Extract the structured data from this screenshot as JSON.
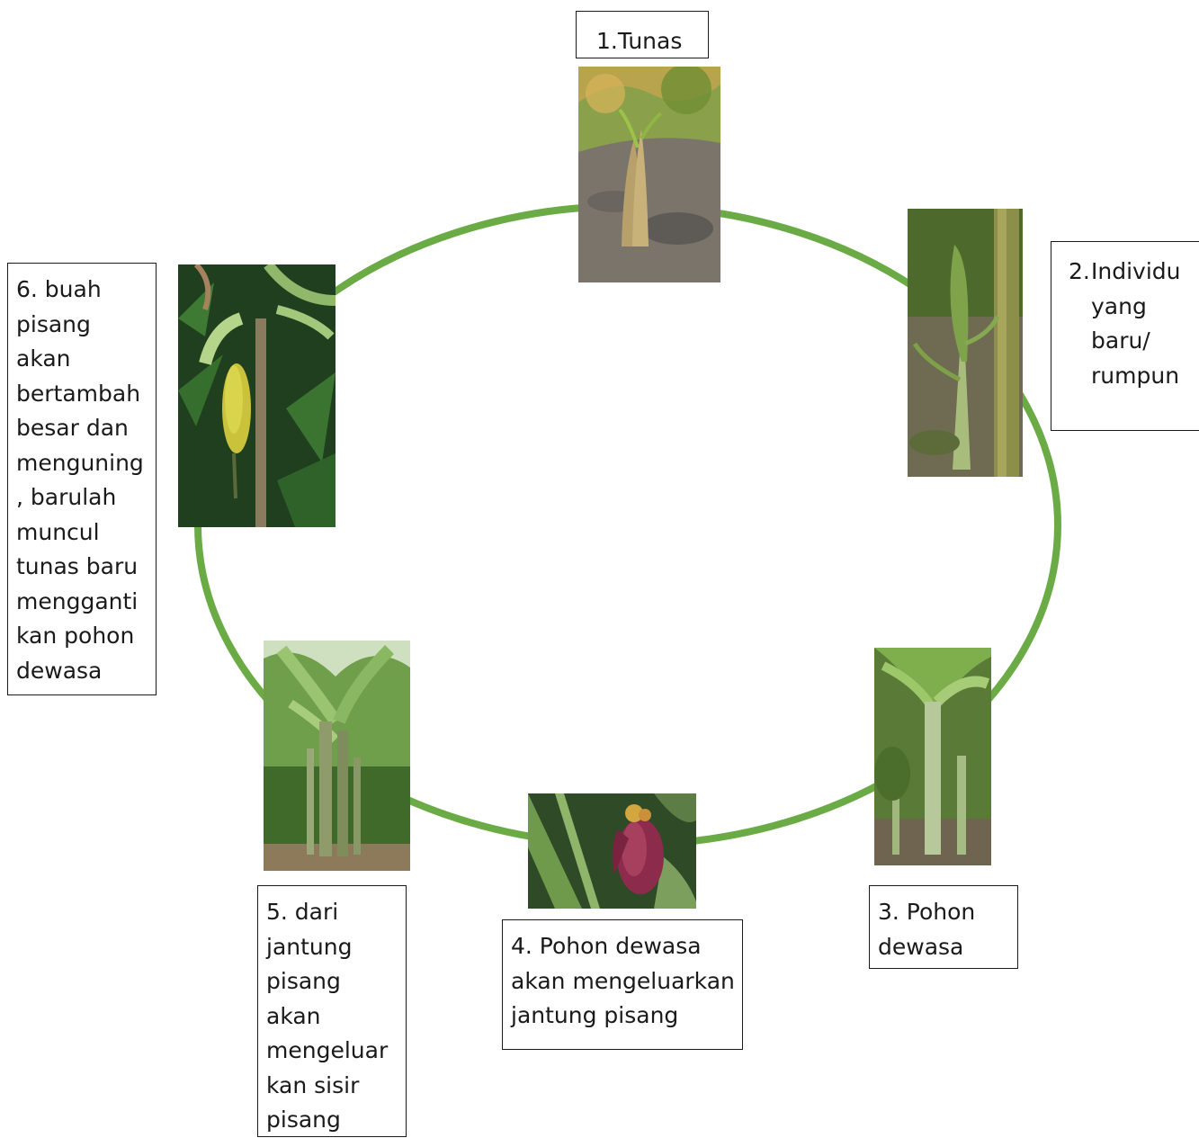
{
  "colors": {
    "cycle_ring": "#6aab45",
    "box_border": "#1a1a1a",
    "text": "#1a1a1a"
  },
  "stages": [
    {
      "id": "1",
      "lines": [
        "1.Tunas"
      ],
      "photo": "banana-sucker-sprout-photo"
    },
    {
      "id": "2",
      "number": "2.",
      "lines": [
        "Individu",
        "yang",
        "baru/",
        "rumpun"
      ],
      "photo": "young-banana-plant-photo"
    },
    {
      "id": "3",
      "lines": [
        "3. Pohon",
        "dewasa"
      ],
      "photo": "mature-banana-tree-photo"
    },
    {
      "id": "4",
      "lines": [
        "4. Pohon dewasa",
        "akan mengeluarkan",
        "jantung pisang"
      ],
      "photo": "banana-heart-flower-photo"
    },
    {
      "id": "5",
      "lines": [
        "5.  dari",
        "jantung",
        "pisang",
        "akan",
        "mengeluar",
        "kan sisir",
        "pisang"
      ],
      "photo": "banana-clump-photo"
    },
    {
      "id": "6",
      "lines": [
        "6. buah",
        "pisang",
        "akan",
        "bertambah",
        "besar dan",
        "menguning",
        ", barulah",
        "muncul",
        "tunas baru",
        "mengganti",
        "kan pohon",
        "dewasa"
      ],
      "photo": "ripening-banana-bunch-photo"
    }
  ]
}
